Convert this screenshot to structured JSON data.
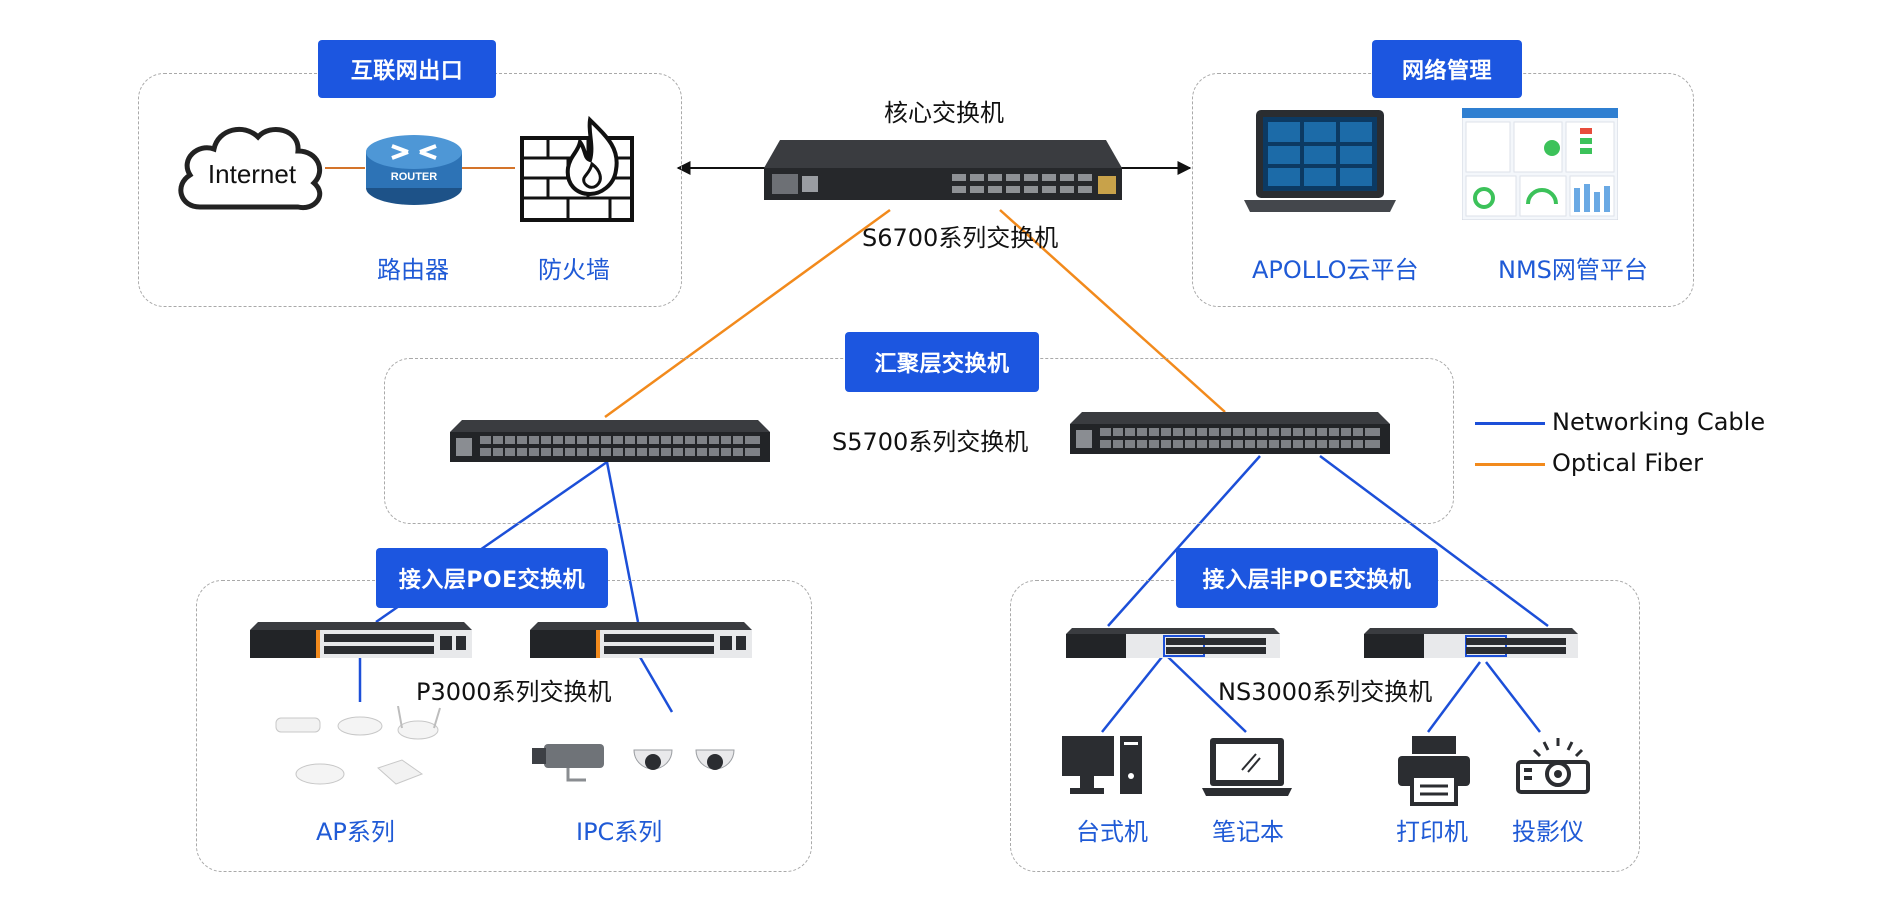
{
  "zones": {
    "internet": {
      "title": "互联网出口",
      "internet_label": "Internet",
      "router_badge": "ROUTER",
      "router_label": "路由器",
      "firewall_label": "防火墙"
    },
    "core": {
      "title": "核心交换机",
      "model": "S6700系列交换机"
    },
    "management": {
      "title": "网络管理",
      "apollo_label": "APOLLO云平台",
      "nms_label": "NMS网管平台"
    },
    "aggregation": {
      "title": "汇聚层交换机",
      "model": "S5700系列交换机"
    },
    "access_poe": {
      "title": "接入层POE交换机",
      "model": "P3000系列交换机",
      "ap_label": "AP系列",
      "ipc_label": "IPC系列"
    },
    "access_nonpoe": {
      "title": "接入层非POE交换机",
      "model": "NS3000系列交换机",
      "desktop_label": "台式机",
      "laptop_label": "笔记本",
      "printer_label": "打印机",
      "projector_label": "投影仪"
    }
  },
  "legend": [
    {
      "label": "Networking Cable",
      "color": "#1c4fd8"
    },
    {
      "label": "Optical Fiber",
      "color": "#f28a1c"
    }
  ],
  "colors": {
    "accent": "#1c56e0",
    "label_blue": "#1f5ad6",
    "cable": "#1c4fd8",
    "fiber": "#f28a1c"
  }
}
